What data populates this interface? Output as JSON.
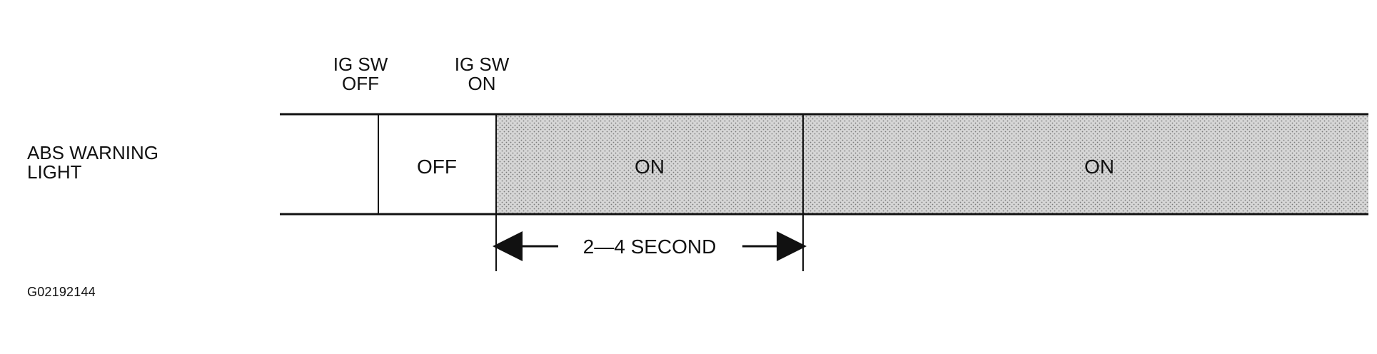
{
  "diagram": {
    "row_label_line1": "ABS WARNING",
    "row_label_line2": "LIGHT",
    "events": [
      {
        "line1": "IG SW",
        "line2": "OFF"
      },
      {
        "line1": "IG SW",
        "line2": "ON"
      }
    ],
    "states": [
      {
        "label": "OFF",
        "shaded": false
      },
      {
        "label": "ON",
        "shaded": true
      },
      {
        "label": "ON",
        "shaded": true
      }
    ],
    "duration_label": "2—4 SECOND",
    "figure_id": "G02192144"
  },
  "colors": {
    "line": "#111111",
    "shade": "#d6d6d6",
    "shade_dot": "#7a7a7a"
  }
}
